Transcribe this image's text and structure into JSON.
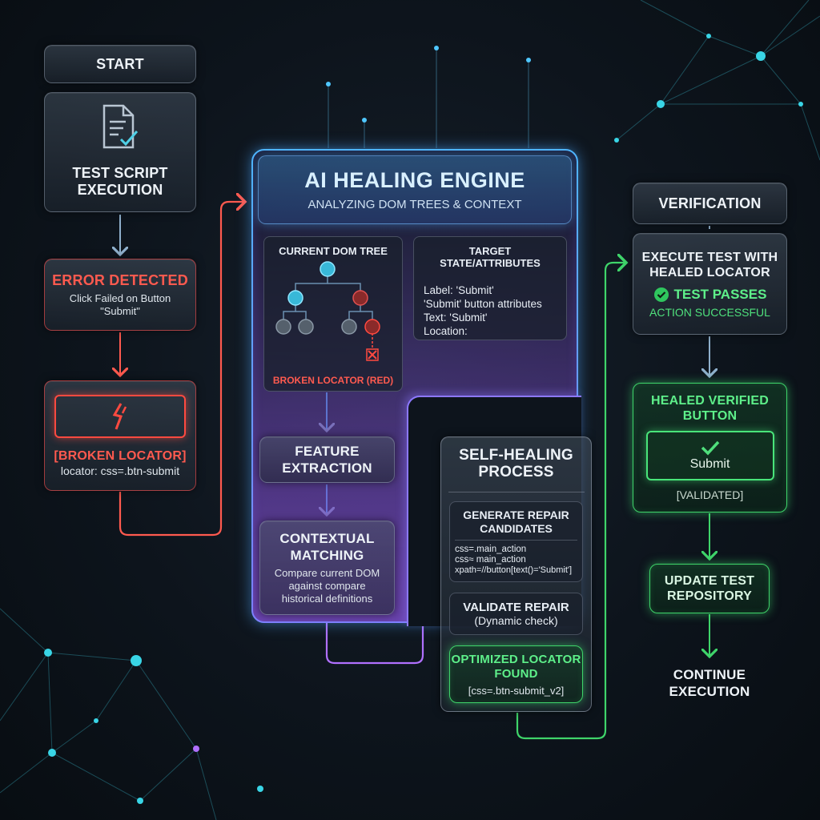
{
  "left_flow": {
    "start": "START",
    "test_script": [
      "TEST SCRIPT",
      "EXECUTION"
    ],
    "error_title": "ERROR DETECTED",
    "error_sub": [
      "Click Failed on Button",
      "\"Submit\""
    ],
    "broken_title": "[BROKEN LOCATOR]",
    "broken_sub": "locator: css=.btn-submit"
  },
  "engine": {
    "title": "AI HEALING ENGINE",
    "subtitle": "ANALYZING DOM TREES & CONTEXT",
    "dom_title": "CURRENT DOM TREE",
    "dom_caption": "BROKEN LOCATOR (RED)",
    "target_title": "TARGET STATE/ATTRIBUTES",
    "target_lines": [
      "Label: 'Submit'",
      "'Submit' button attributes",
      "Text: 'Submit'",
      "Location:"
    ],
    "feature": [
      "FEATURE",
      "EXTRACTION"
    ],
    "contextual_title": [
      "CONTEXTUAL",
      "MATCHING"
    ],
    "contextual_sub": [
      "Compare current DOM",
      "against compare",
      "historical definitions"
    ]
  },
  "self_healing": {
    "title": [
      "SELF-HEALING",
      "PROCESS"
    ],
    "generate_title": [
      "GENERATE REPAIR",
      "CANDIDATES"
    ],
    "candidates": [
      "css=.main_action",
      "css≈ main_action",
      "xpath=//button[text()='Submit']"
    ],
    "validate_title": "VALIDATE REPAIR",
    "validate_sub": "(Dynamic check)",
    "optimized_title": [
      "OPTIMIZED LOCATOR",
      "FOUND"
    ],
    "optimized_sub": "[css=.btn-submit_v2]"
  },
  "verification": {
    "title": "VERIFICATION",
    "execute": [
      "EXECUTE TEST WITH",
      "HEALED LOCATOR"
    ],
    "passes": "TEST PASSES",
    "success": "ACTION SUCCESSFUL",
    "healed_title": [
      "HEALED VERIFIED",
      "BUTTON"
    ],
    "button_label": "Submit",
    "validated": "[VALIDATED]",
    "update": [
      "UPDATE TEST",
      "REPOSITORY"
    ],
    "continue": [
      "CONTINUE",
      "EXECUTION"
    ]
  },
  "colors": {
    "error": "#ff5a4f",
    "engine_blue": "#4fb6ff",
    "engine_purple": "#a05cff",
    "success": "#3fd46a",
    "arrow_neutral": "#8fb0cc"
  }
}
